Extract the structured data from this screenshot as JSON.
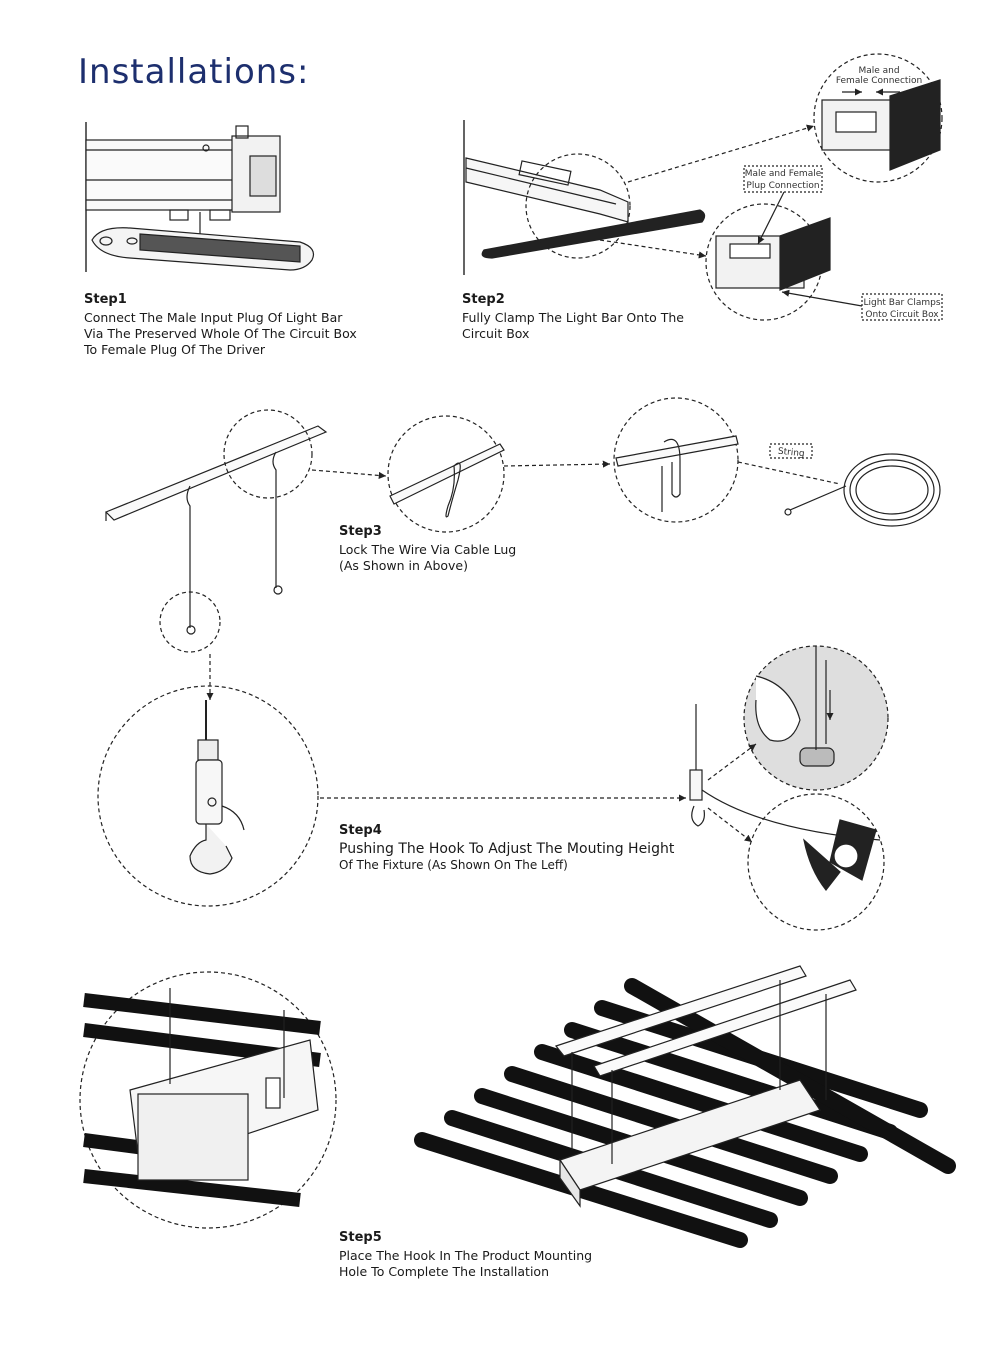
{
  "title": "Installations:",
  "steps": [
    {
      "heading": "Step1",
      "lines": [
        "Connect The Male Input Plug Of Light Bar",
        "Via The Preserved Whole Of The Circuit Box",
        "To Female Plug Of The Driver"
      ]
    },
    {
      "heading": "Step2",
      "lines": [
        "Fully Clamp The Light Bar Onto The",
        "Circuit Box"
      ]
    },
    {
      "heading": "Step3",
      "lines": [
        "Lock The Wire Via Cable Lug",
        "(As Shown in Above)"
      ]
    },
    {
      "heading": "Step4",
      "lines": [
        "Pushing The Hook To Adjust The Mouting Height",
        "Of The Fixture (As Shown On The Leff)"
      ]
    },
    {
      "heading": "Step5",
      "lines": [
        "Place The Hook In The Product Mounting",
        "Hole To Complete The Installation"
      ]
    }
  ],
  "callouts": {
    "male_female_connection": [
      "Male and",
      "Female Connection"
    ],
    "plup_connection": [
      "Male and Female",
      "Plup Connection"
    ],
    "clamps": [
      "Light Bar Clamps",
      "Onto Circuit Box"
    ],
    "string": "String"
  }
}
